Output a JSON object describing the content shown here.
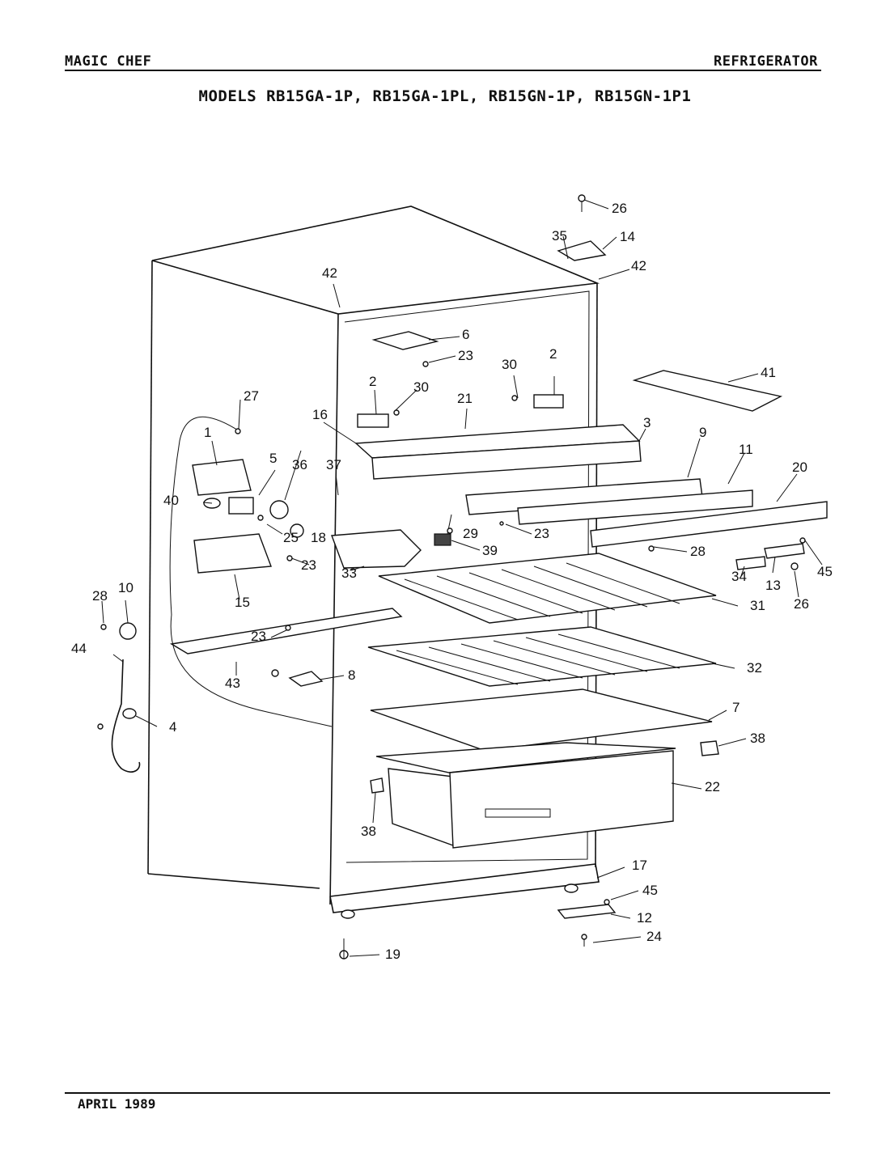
{
  "header": {
    "brand": "MAGIC CHEF",
    "product": "REFRIGERATOR",
    "models": "MODELS RB15GA-1P, RB15GA-1PL, RB15GN-1P, RB15GN-1P1"
  },
  "footer": {
    "date": "APRIL 1989"
  },
  "callouts": {
    "c26a": "26",
    "c35": "35",
    "c14": "14",
    "c42a": "42",
    "c42b": "42",
    "c6": "6",
    "c23a": "23",
    "c30a": "30",
    "c2a": "2",
    "c2b": "2",
    "c30b": "30",
    "c41": "41",
    "c27": "27",
    "c16": "16",
    "c21": "21",
    "c3": "3",
    "c9": "9",
    "c11": "11",
    "c20": "20",
    "c1": "1",
    "c5": "5",
    "c36": "36",
    "c37": "37",
    "c40": "40",
    "c25": "25",
    "c18": "18",
    "c29": "29",
    "c23b": "23",
    "c39": "39",
    "c28a": "28",
    "c34": "34",
    "c13": "13",
    "c45a": "45",
    "c26b": "26",
    "c15": "15",
    "c23c": "23",
    "c33": "33",
    "c31": "31",
    "c28b": "28",
    "c10": "10",
    "c44": "44",
    "c23d": "23",
    "c43": "43",
    "c8": "8",
    "c32": "32",
    "c4": "4",
    "c7": "7",
    "c38a": "38",
    "c22": "22",
    "c38b": "38",
    "c17": "17",
    "c45b": "45",
    "c12": "12",
    "c24": "24",
    "c19": "19"
  }
}
